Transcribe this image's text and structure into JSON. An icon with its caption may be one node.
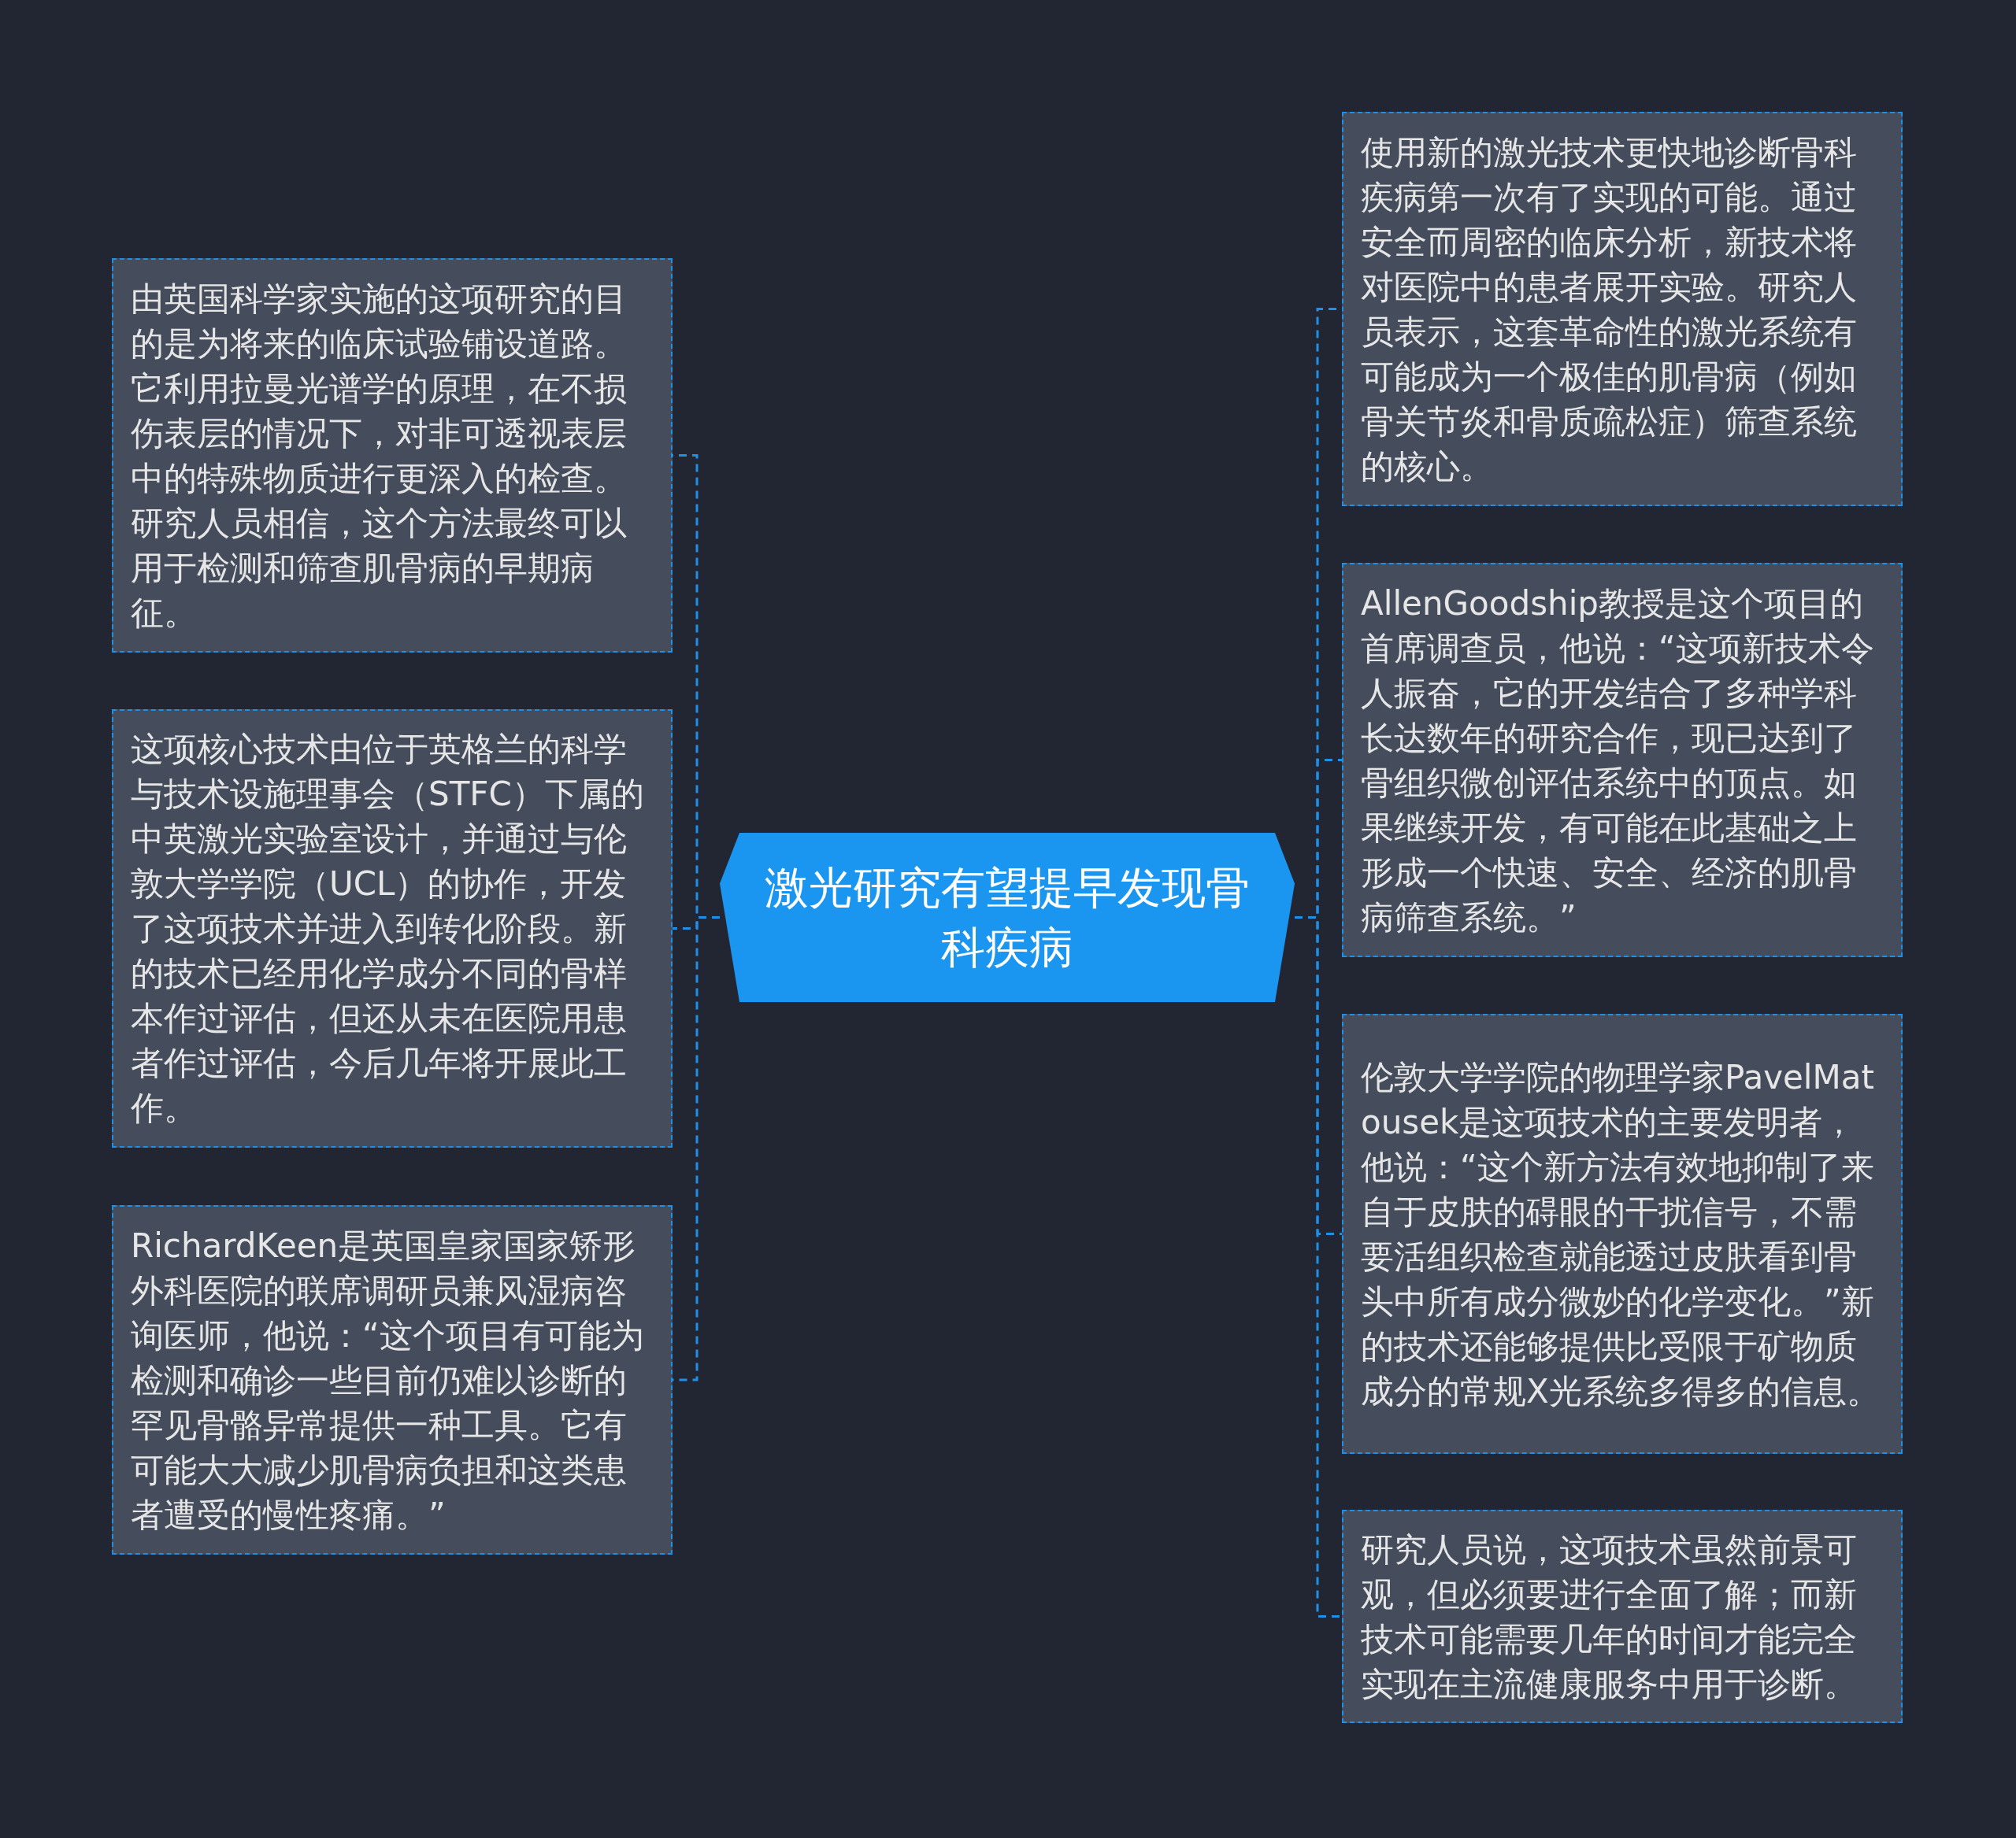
{
  "diagram": {
    "nodes": [
      {
        "text": [
          "激光研究有望提早发现骨科疾病"
        ]
      },
      {
        "text": [
          "由英国科学家实施的这项研究的目的是为将来的临床试验铺设道路。它利用拉曼光谱学的原理，在不损伤表层的情况下，对非可透视表层中的特殊物质进行更深入的检查。研究人员相信，这个方法最终可以用于检测和筛查肌骨病的早期病征。"
        ]
      },
      {
        "text": [
          "这项核心技术由位于英格兰的科学与技术设施理事会（STFC）下属的中英激光实验室设计，并通过与伦敦大学学院（UCL）的协作，开发了这项技术并进入到转化阶段。新的技术已经用化学成分不同的骨样本作过评估，但还从未在医院用患者作过评估，今后几年将开展此工作。"
        ]
      },
      {
        "text": [
          "RichardKeen是英国皇家国家矫形外科医院的联席调研员兼风湿病咨询医师，他说：“这个项目有可能为检测和确诊一些目前仍难以诊断的罕见骨骼异常提供一种工具。它有可能大大减少肌骨病负担和这类患者遭受的慢性疼痛。”"
        ]
      },
      {
        "text": [
          "使用新的激光技术更快地诊断骨科疾病第一次有了实现的可能。通过安全而周密的临床分析，新技术将对医院中的患者展开实验。研究人员表示，这套革命性的激光系统有可能成为一个极佳的肌骨病（例如骨关节炎和骨质疏松症）筛查系统的核心。"
        ]
      },
      {
        "text": [
          "AllenGoodship教授是这个项目的首席调查员，他说：“这项新技术令人振奋，它的开发结合了多种学科长达数年的研究合作，现已达到了骨组织微创评估系统中的顶点。如果继续开发，有可能在此基础之上形成一个快速、安全、经济的肌骨病筛查系统。”"
        ]
      },
      {
        "text": [
          "伦敦大学学院的物理学家PavelMatousek是这项技术的主要发明者，他说：“这个新方法有效地抑制了来自于皮肤的碍眼的干扰信号，不需要活组织检查就能透过皮肤看到骨头中所有成分微妙的化学变化。”新的技术还能够提供比受限于矿物质成分的常规X光系统多得多的信息。"
        ]
      },
      {
        "text": [
          "研究人员说，这项技术虽然前景可观，但必须要进行全面了解；而新技术可能需要几年的时间才能完全实现在主流健康服务中用于诊断。"
        ]
      }
    ],
    "edges": [
      {
        "from": 0,
        "to": 1,
        "arrow": "none",
        "style": "dashed"
      },
      {
        "from": 0,
        "to": 2,
        "arrow": "none",
        "style": "dashed"
      },
      {
        "from": 0,
        "to": 3,
        "arrow": "none",
        "style": "dashed"
      },
      {
        "from": 0,
        "to": 4,
        "arrow": "none",
        "style": "dashed"
      },
      {
        "from": 0,
        "to": 5,
        "arrow": "none",
        "style": "dashed"
      },
      {
        "from": 0,
        "to": 6,
        "arrow": "none",
        "style": "dashed"
      },
      {
        "from": 0,
        "to": 7,
        "arrow": "none",
        "style": "dashed"
      }
    ]
  }
}
